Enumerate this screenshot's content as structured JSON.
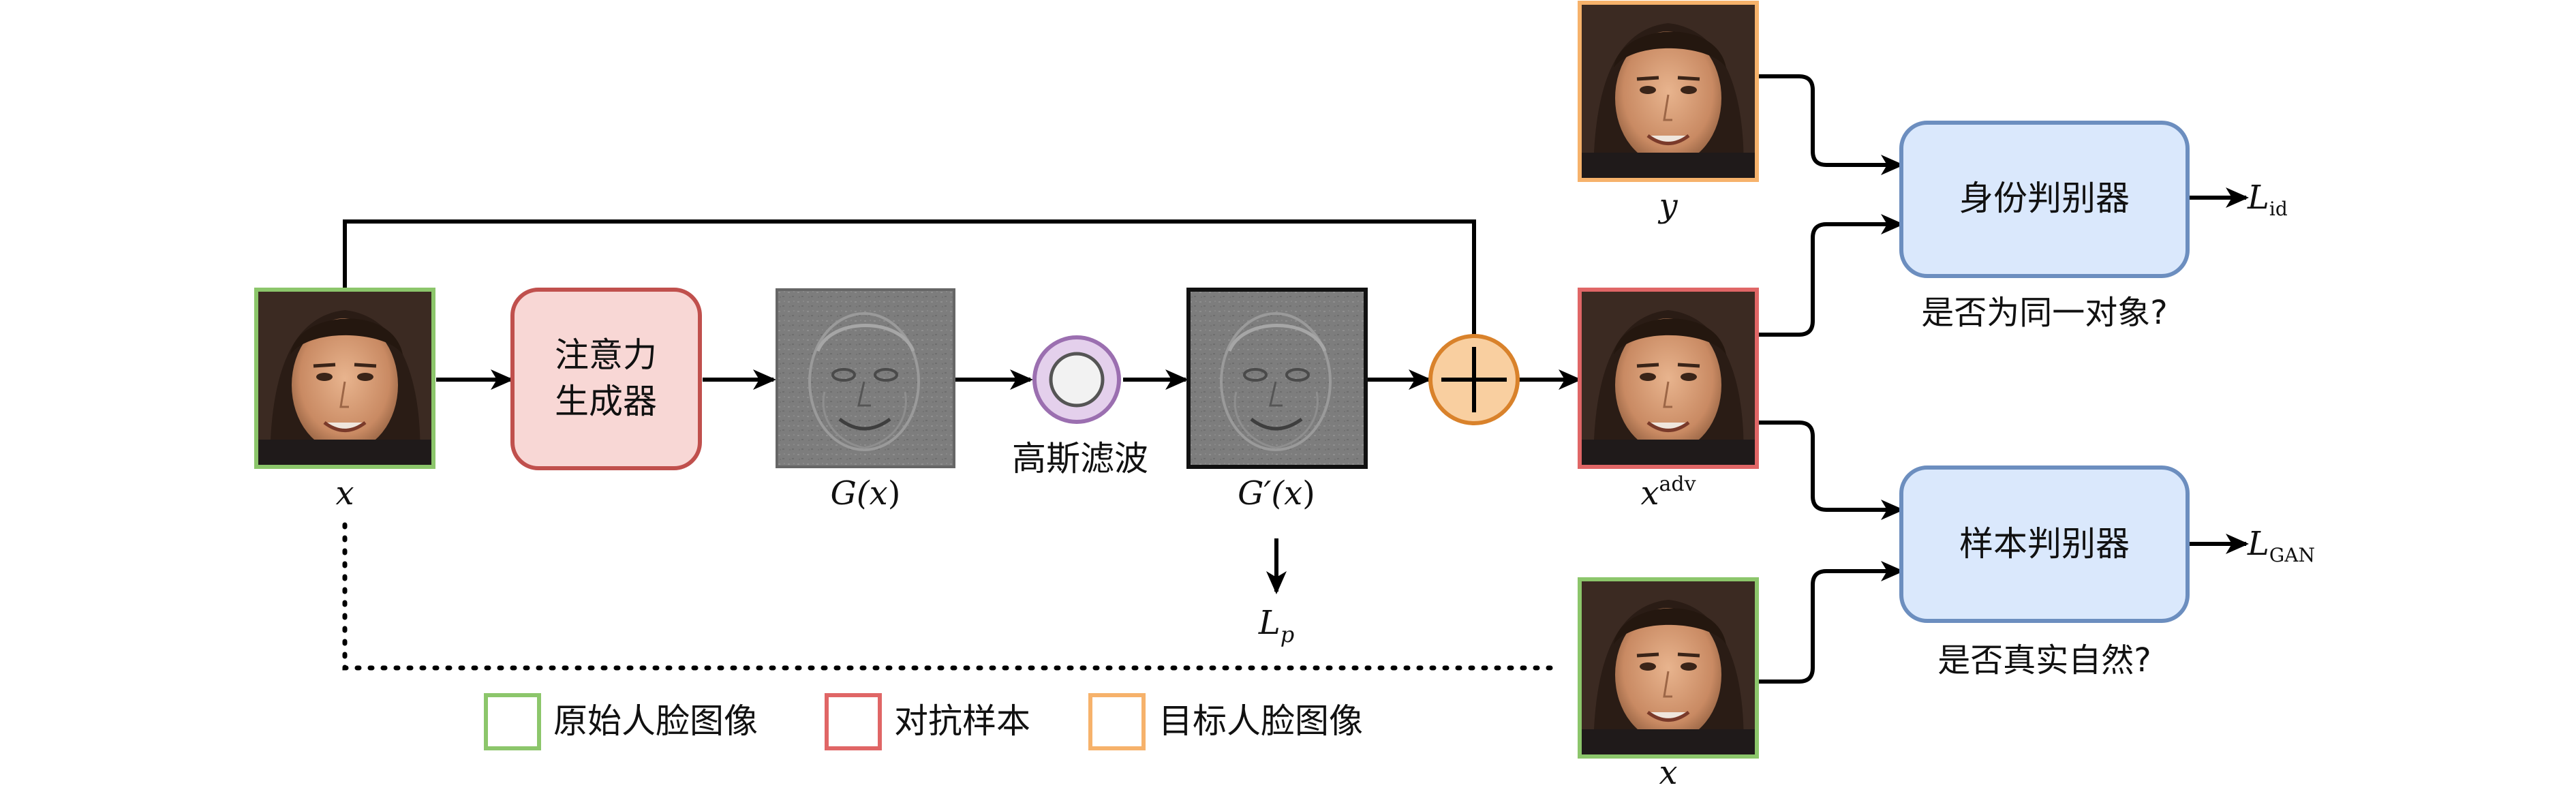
{
  "nodes": {
    "attention_generator": {
      "line1": "注意力",
      "line2": "生成器"
    },
    "gaussian_filter": "高斯滤波",
    "identity_discriminator": "身份判别器",
    "sample_discriminator": "样本判别器"
  },
  "labels": {
    "x_input": "x",
    "g_x": {
      "pre": "G(",
      "var": "x",
      "post": ")"
    },
    "g_prime_x": {
      "pre": "G′(",
      "var": "x",
      "post": ")"
    },
    "lp": {
      "main": "L",
      "sub": "p"
    },
    "y": "y",
    "x_adv": {
      "main": "x",
      "sup": "adv"
    },
    "x_real": "x",
    "l_id": {
      "main": "L",
      "sub": "id"
    },
    "l_gan": {
      "main": "L",
      "sub": "GAN"
    },
    "identity_question": "是否为同一对象?",
    "realism_question": "是否真实自然?"
  },
  "legend": [
    {
      "label": "原始人脸图像",
      "color": "#8cc66b"
    },
    {
      "label": "对抗样本",
      "color": "#e06666"
    },
    {
      "label": "目标人脸图像",
      "color": "#f6b26b"
    }
  ],
  "colors": {
    "original_border": "#8cc66b",
    "adversarial_border": "#e06666",
    "target_border": "#f6b26b",
    "generator_fill": "#f8d7d5",
    "generator_stroke": "#c0504d",
    "filter_fill": "#e4d0ec",
    "filter_stroke": "#9b6fb0",
    "sum_fill": "#f9cfa0",
    "sum_stroke": "#d9822b",
    "disc_fill": "#dae8fc",
    "disc_stroke": "#6c8ebf"
  }
}
